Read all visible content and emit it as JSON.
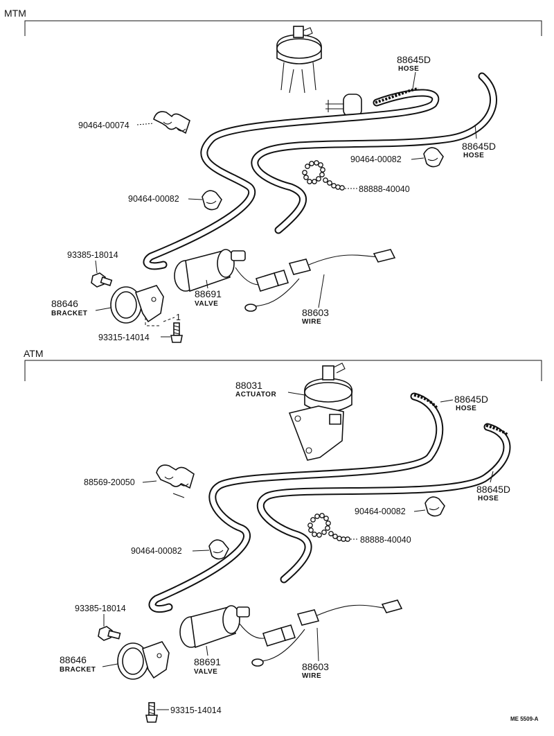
{
  "sections": [
    {
      "title": "MTM",
      "labels": {
        "hose_top_num": "88645D",
        "hose_top_word": "HOSE",
        "clip_a": "90464-00074",
        "hose_right_num": "88645D",
        "hose_right_word": "HOSE",
        "clip_b": "90464-00082",
        "chain": "88888-40040",
        "clip_c": "90464-00082",
        "bolt_a": "93385-18014",
        "bracket_num": "88646",
        "bracket_word": "BRACKET",
        "valve_num": "88691",
        "valve_word": "VALVE",
        "wire_num": "88603",
        "wire_word": "WIRE",
        "bolt_b": "93315-14014",
        "qty": "1"
      }
    },
    {
      "title": "ATM",
      "labels": {
        "actuator_num": "88031",
        "actuator_word": "ACTUATOR",
        "hose_top_num": "88645D",
        "hose_top_word": "HOSE",
        "clip_a": "88569-20050",
        "hose_right_num": "88645D",
        "hose_right_word": "HOSE",
        "clip_b": "90464-00082",
        "chain": "88888-40040",
        "clip_c": "90464-00082",
        "bolt_a": "93385-18014",
        "bracket_num": "88646",
        "bracket_word": "BRACKET",
        "valve_num": "88691",
        "valve_word": "VALVE",
        "wire_num": "88603",
        "wire_word": "WIRE",
        "bolt_b": "93315-14014"
      }
    }
  ],
  "footer_ref": "ME 5509-A"
}
